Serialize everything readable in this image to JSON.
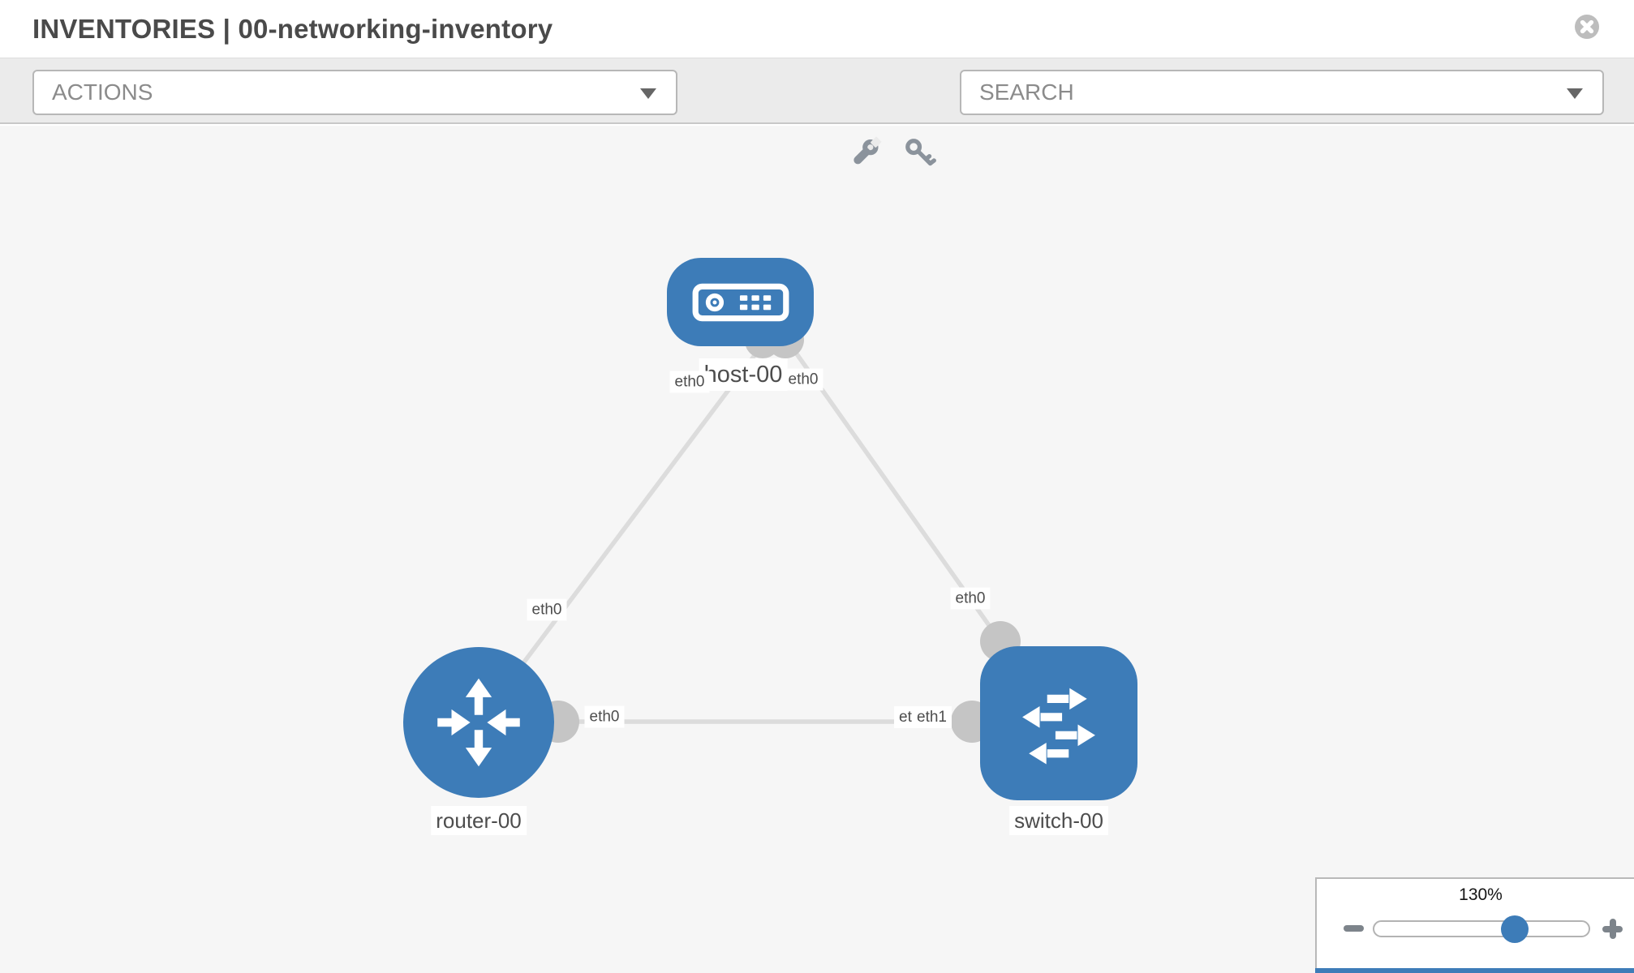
{
  "header": {
    "title": "INVENTORIES | 00-networking-inventory"
  },
  "toolbar": {
    "actions_label": "ACTIONS",
    "search_placeholder": "SEARCH",
    "icons": [
      "wrench-icon",
      "key-icon"
    ]
  },
  "icons": {
    "close": "close-circle-icon"
  },
  "colors": {
    "node_blue": "#3d7cb8",
    "port_gray": "#c5c5c5",
    "link_gray": "#dcdcdc"
  },
  "topology": {
    "nodes": [
      {
        "id": "host-00",
        "type": "host",
        "label": "host-00"
      },
      {
        "id": "router-00",
        "type": "router",
        "label": "router-00"
      },
      {
        "id": "switch-00",
        "type": "switch",
        "label": "switch-00"
      }
    ],
    "links": [
      {
        "from": "host-00",
        "from_port": "eth0",
        "to": "router-00",
        "to_port": "eth0"
      },
      {
        "from": "host-00",
        "from_port": "eth0",
        "to": "switch-00",
        "to_port": "eth0"
      },
      {
        "from": "router-00",
        "from_port": "eth0",
        "to": "switch-00",
        "to_port": "eth1",
        "to_port_overlap": "eth0"
      }
    ]
  },
  "zoom_control": {
    "level": "130%"
  }
}
